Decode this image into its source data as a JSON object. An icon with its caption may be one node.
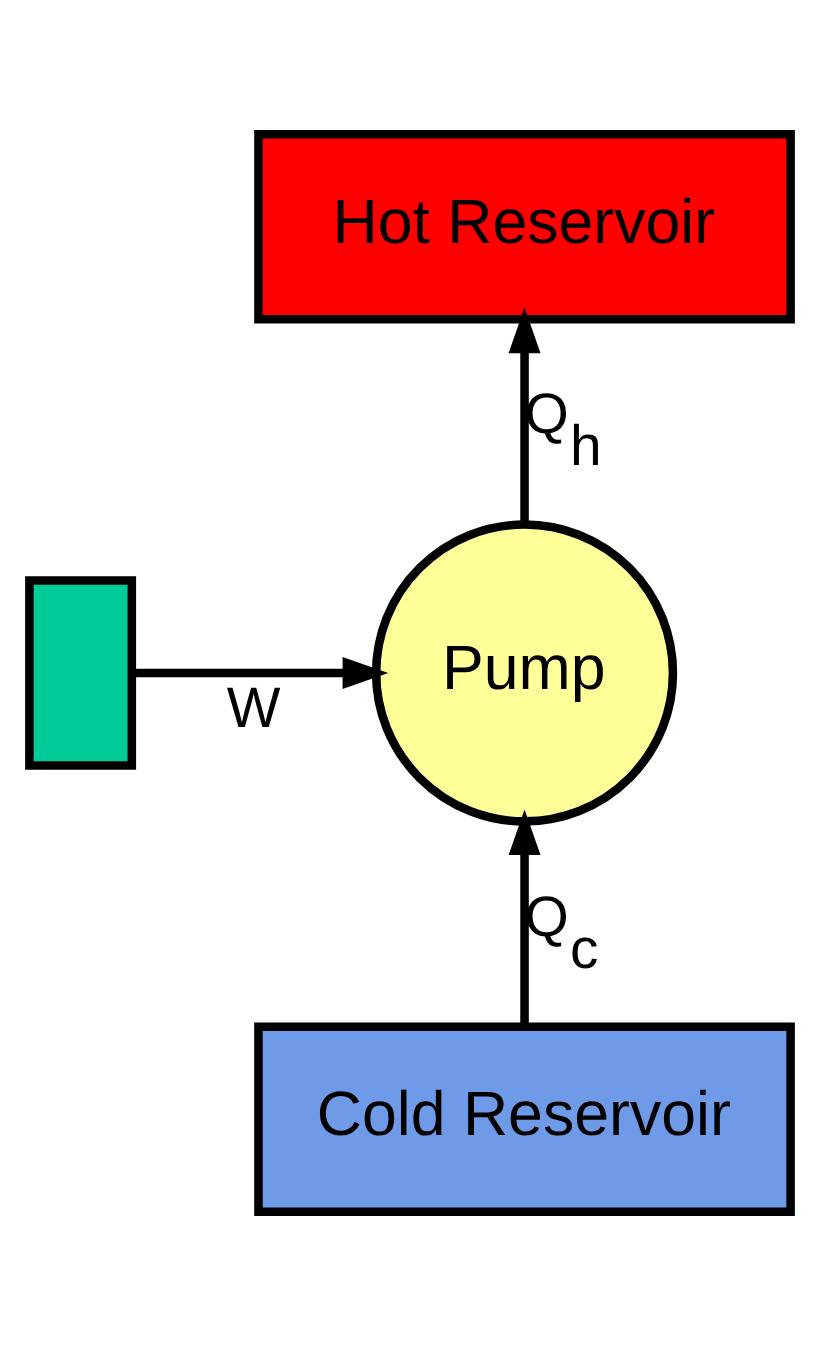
{
  "diagram": {
    "nodes": [
      {
        "text": [
          "Hot Reservoir"
        ]
      },
      {
        "text": [
          "Pump"
        ]
      },
      {
        "text": [
          "Cold Reservoir"
        ]
      },
      {
        "text": [],
        "shape": "box"
      }
    ],
    "edges": [
      {
        "from": 2,
        "to": 1,
        "arrow": "to",
        "label": "Q$_{c}$"
      },
      {
        "from": 1,
        "to": 0,
        "arrow": "to",
        "label": "Q$_{h}$"
      },
      {
        "from": 3,
        "to": 1,
        "arrow": "to",
        "label": "W"
      }
    ]
  }
}
